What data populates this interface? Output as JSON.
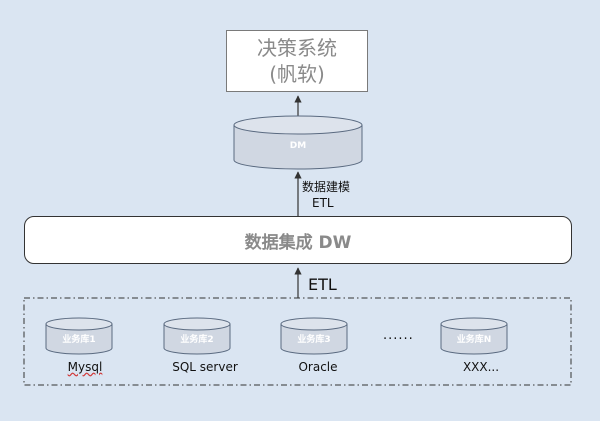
{
  "top_box": {
    "line1": "决策系统",
    "line2": "(帆软)"
  },
  "dm": {
    "label": "DM"
  },
  "arrow_top": {
    "line1": "数据建模",
    "line2": "ETL"
  },
  "dw": {
    "label": "数据集成 DW"
  },
  "arrow_mid": {
    "label": "ETL"
  },
  "sources": [
    {
      "db_label": "业务库1",
      "name": "Mysql"
    },
    {
      "db_label": "业务库2",
      "name": "SQL server"
    },
    {
      "db_label": "业务库3",
      "name": "Oracle"
    },
    {
      "db_label": "业务库N",
      "name": "XXX..."
    }
  ],
  "ellipsis": "......",
  "colors": {
    "background": "#dae5f2",
    "cylinder_fill": "#d0d7e2",
    "cylinder_stroke": "#5a6a80",
    "label_text": "#8a8a8a"
  }
}
